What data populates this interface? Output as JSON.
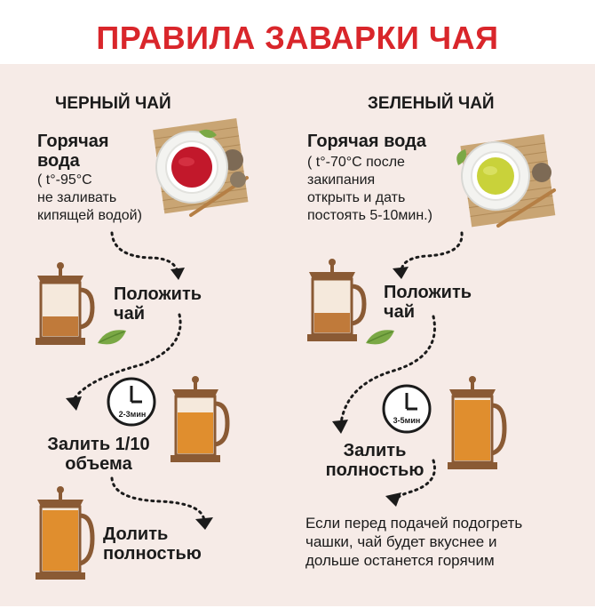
{
  "title": "ПРАВИЛА ЗАВАРКИ ЧАЯ",
  "black": {
    "heading": "ЧЕРНЫЙ ЧАЙ",
    "hot_water": "Горячая\nвода",
    "temp_note": "( t°-95°С\nне заливать\nкипящей водой)",
    "step_put": "Положить\nчай",
    "timer": "2-3мин",
    "step_pour": "Залить 1/10\nобъема",
    "step_top_up": "Долить\nполностью"
  },
  "green": {
    "heading": "ЗЕЛЕНЫЙ ЧАЙ",
    "hot_water": "Горячая вода",
    "temp_note": "( t°-70°С после\nзакипания\nоткрыть и дать\nпостоять 5-10мин.)",
    "step_put": "Положить\nчай",
    "timer": "3-5мин",
    "step_pour": "Залить\nполностью",
    "tip": "Если перед подачей подогреть\nчашки, чай будет вкуснее и\nдольше останется горячим"
  },
  "colors": {
    "title_red": "#d9262b",
    "panel_bg": "#f6ebe7",
    "black_tea": "#c2182b",
    "green_tea": "#c9d23a",
    "press_tea": "#d98a2f",
    "press_metal": "#8a5a34",
    "leaf": "#7aa845"
  },
  "icons": [
    "tea-cup-icon",
    "french-press-icon",
    "clock-icon",
    "tea-leaf-icon",
    "dotted-arrow-icon"
  ]
}
